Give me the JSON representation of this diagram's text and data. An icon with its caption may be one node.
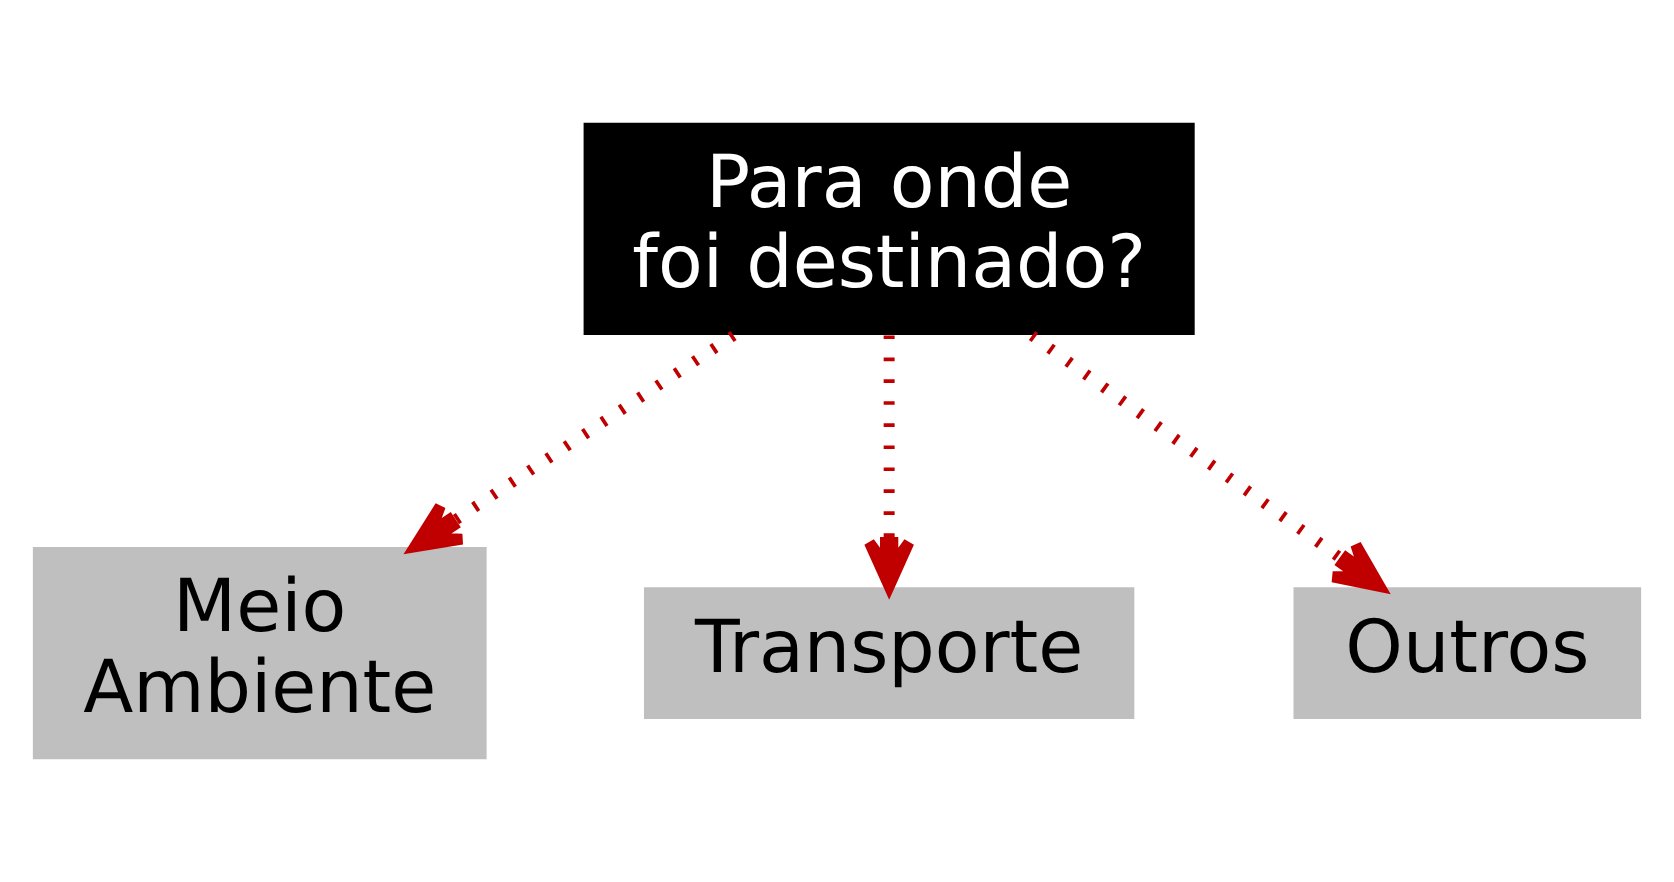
{
  "diagram": {
    "nodes": [
      {
        "text": [
          "Para onde foi destinado?"
        ]
      },
      {
        "text": [
          "Meio Ambiente"
        ]
      },
      {
        "text": [
          "Transporte"
        ]
      },
      {
        "text": [
          "Outros"
        ]
      }
    ],
    "edges": [
      {
        "from": 0,
        "to": 1,
        "arrow": "to",
        "style": "dashed",
        "color": "#c00000"
      },
      {
        "from": 0,
        "to": 2,
        "arrow": "to",
        "style": "dashed",
        "color": "#c00000"
      },
      {
        "from": 0,
        "to": 3,
        "arrow": "to",
        "style": "dashed",
        "color": "#c00000"
      }
    ]
  }
}
